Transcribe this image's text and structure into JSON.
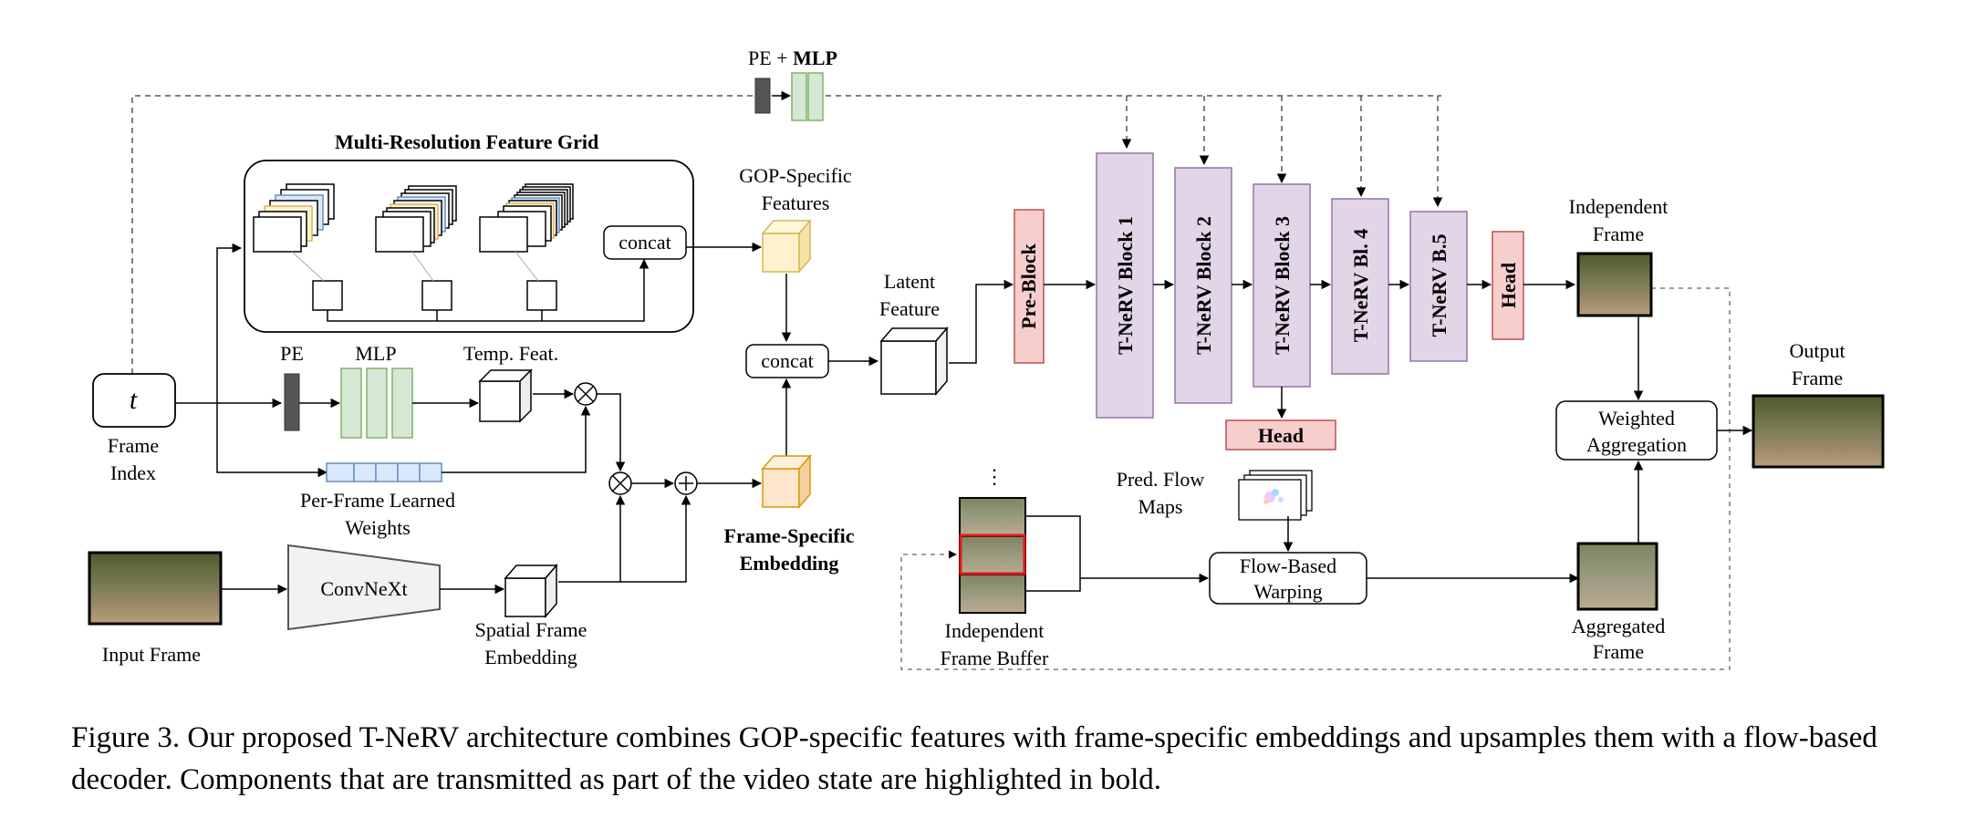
{
  "diagram": {
    "pe_mlp": {
      "pe": "PE + ",
      "mlp": "MLP"
    },
    "feature_grid_title": "Multi-Resolution Feature Grid",
    "concat_grid": "concat",
    "gop_features": [
      "GOP-Specific",
      "Features"
    ],
    "concat_main": "concat",
    "latent_feature": [
      "Latent",
      "Feature"
    ],
    "frame_index_symbol": "t",
    "frame_index_label": [
      "Frame",
      "Index"
    ],
    "pe_label": "PE",
    "mlp_label": "MLP",
    "temp_feat": "Temp. Feat.",
    "per_frame_weights": [
      "Per-Frame Learned",
      "Weights"
    ],
    "convnext": "ConvNeXt",
    "input_frame": "Input Frame",
    "spatial_embedding": [
      "Spatial Frame",
      "Embedding"
    ],
    "frame_specific_embedding": [
      "Frame-Specific",
      "Embedding"
    ],
    "blocks": [
      "Pre-Block",
      "T-NeRV Block 1",
      "T-NeRV Block 2",
      "T-NeRV Block 3",
      "T-NeRV Bl. 4",
      "T-NeRV B.5",
      "Head"
    ],
    "head_below": "Head",
    "pred_flow_maps": [
      "Pred. Flow",
      "Maps"
    ],
    "flow_warping": [
      "Flow-Based",
      "Warping"
    ],
    "buffer_dots": "⋮",
    "independent_buffer": [
      "Independent",
      "Frame Buffer"
    ],
    "independent_frame": [
      "Independent",
      "Frame"
    ],
    "weighted_aggregation": [
      "Weighted",
      "Aggregation"
    ],
    "aggregated_frame": [
      "Aggregated",
      "Frame"
    ],
    "output_frame": [
      "Output",
      "Frame"
    ],
    "colors": {
      "pre_block_fill": "#f8cecc",
      "pre_block_stroke": "#b85450",
      "block_fill": "#e1d5e7",
      "block_stroke": "#9673a6",
      "mlp_fill": "#d5e8d4",
      "mlp_stroke": "#82b366",
      "weights_fill": "#dae8fc",
      "weights_stroke": "#6c8ebf",
      "gop_fill": "#fff2cc",
      "gop_stroke": "#d6b656",
      "embed_fill": "#ffe6cc",
      "embed_stroke": "#d79b00",
      "pe_fill": "#555555",
      "highlight": "#e0191b"
    }
  },
  "caption": "Figure 3. Our proposed T-NeRV architecture combines GOP-specific features with frame-specific embeddings and upsamples them with a flow-based decoder. Components that are transmitted as part of the video state are highlighted in bold."
}
